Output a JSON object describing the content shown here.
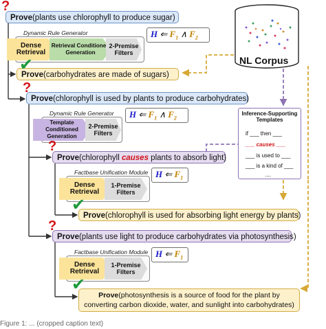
{
  "goals": {
    "g1": {
      "prefix": "Prove",
      "text": "(plants use chlorophyll to produce sugar)"
    },
    "g2": {
      "prefix": "Prove",
      "text": "(carbohydrates are made of sugars)"
    },
    "g3": {
      "prefix": "Prove",
      "text": "(chlorophyll is used by plants to produce carbohydrates)"
    },
    "g4": {
      "prefix": "Prove",
      "text_a": "(chlorophyll ",
      "text_b": "causes",
      "text_c": " plants to absorb light)"
    },
    "g5": {
      "prefix": "Prove",
      "text": "(chlorophyll is used for absorbing light energy by plants)"
    },
    "g6": {
      "prefix": "Prove",
      "text": "(plants use light to produce carbohydrates via photosynthesis)"
    },
    "g7": {
      "prefix": "Prove",
      "line1": "(photosynthesis is a source of food for the plant by",
      "line2": "converting carbon dioxide, water, and sunlight into carbohydrates)"
    }
  },
  "modules": {
    "m1": {
      "caption": "Dynamic Rule Generator",
      "retrieval": "Dense Retrieval",
      "generation": "Retrieval Conditioned Generation",
      "filters": "2-Premise Filters"
    },
    "m2": {
      "caption": "Dynamic Rule Generator",
      "generation": "Template Conditioned Generation",
      "filters": "2-Premise Filters"
    },
    "m3": {
      "caption": "Factbase Unification Module",
      "retrieval": "Dense Retrieval",
      "filters": "1-Premise Filters"
    },
    "m4": {
      "caption": "Factbase Unification Module",
      "retrieval": "Dense Retrieval",
      "filters": "1-Premise Filters"
    }
  },
  "rules": {
    "two_premise": {
      "H": "H",
      "arrow": "⇐",
      "F1": "F",
      "s1": "1",
      "and": "∧",
      "F2": "F",
      "s2": "2"
    },
    "one_premise": {
      "H": "H",
      "arrow": "⇐",
      "F1": "F",
      "s1": "1"
    }
  },
  "corpus": {
    "label": "NL Corpus"
  },
  "templates": {
    "title": "Inference-Supporting Templates",
    "lines": [
      "if ___ then ___",
      "___ causes ___",
      "___ is used to ___",
      "___ is a kind of ___",
      "...."
    ],
    "highlight_word": "causes"
  },
  "caption_fragment": "Figure 1: ... (cropped caption text)",
  "colors": {
    "blue": "#dbe8f8",
    "yellow": "#fdf1cc",
    "purple": "#e6dcf0",
    "dense": "#fbe39a",
    "gen": "#b9dca9",
    "tmpl_gen": "#c8b4e2",
    "filters": "#dcdcdc",
    "question": "#d4161b",
    "check": "#1f9a3c",
    "dashed": "#d6a834",
    "dashed_purple": "#8e74b4"
  }
}
